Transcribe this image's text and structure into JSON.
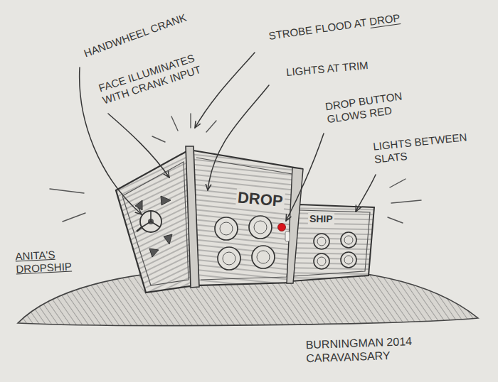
{
  "diagram": {
    "title": "ANITA'S DROPSHIP",
    "labels": [
      "HANDWHEEL CRANK",
      "FACE ILLUMINATES WITH CRANK INPUT",
      "STROBE FLOOD AT DROP",
      "LIGHTS AT TRIM",
      "DROP BUTTON GLOWS RED",
      "LIGHTS BETWEEN SLATS",
      "DROP",
      "SHIP",
      "BURNINGMAN 2014 CARAVANSARY"
    ]
  }
}
